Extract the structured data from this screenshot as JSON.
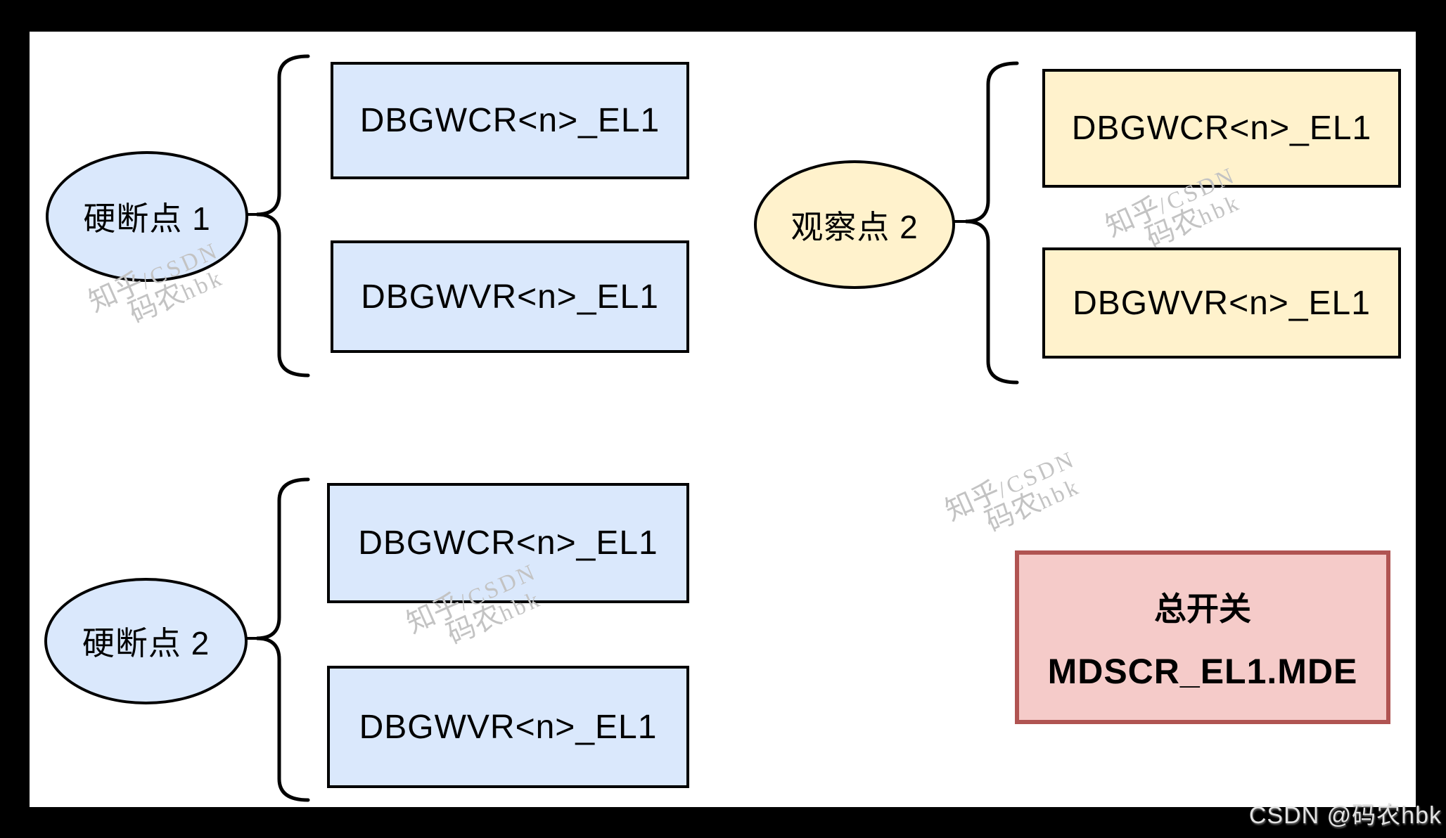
{
  "colors": {
    "frame": "#000000",
    "paper": "#ffffff",
    "blue_fill": "#dae8fc",
    "yellow_fill": "#fff2cc",
    "red_fill": "#f5cbc9",
    "red_border": "#b05452",
    "stroke": "#000000",
    "watermark_gray": "#c3c3c3",
    "credit_gray": "#e2e2e2"
  },
  "groups": [
    {
      "id": "hard-breakpoint-1",
      "ellipse_label": "硬断点 1",
      "style": "blue",
      "boxes": [
        "DBGWCR<n>_EL1",
        "DBGWVR<n>_EL1"
      ]
    },
    {
      "id": "watchpoint-2",
      "ellipse_label": "观察点 2",
      "style": "yellow",
      "boxes": [
        "DBGWCR<n>_EL1",
        "DBGWVR<n>_EL1"
      ]
    },
    {
      "id": "hard-breakpoint-2",
      "ellipse_label": "硬断点 2",
      "style": "blue",
      "boxes": [
        "DBGWCR<n>_EL1",
        "DBGWVR<n>_EL1"
      ]
    }
  ],
  "master_switch": {
    "title": "总开关",
    "register": "MDSCR_EL1.MDE"
  },
  "watermark": {
    "line1_cjk": "知乎",
    "line1_latin": "/CSDN",
    "line2_cjk": "码农",
    "line2_latin": "hbk"
  },
  "credit": "CSDN @码农hbk"
}
